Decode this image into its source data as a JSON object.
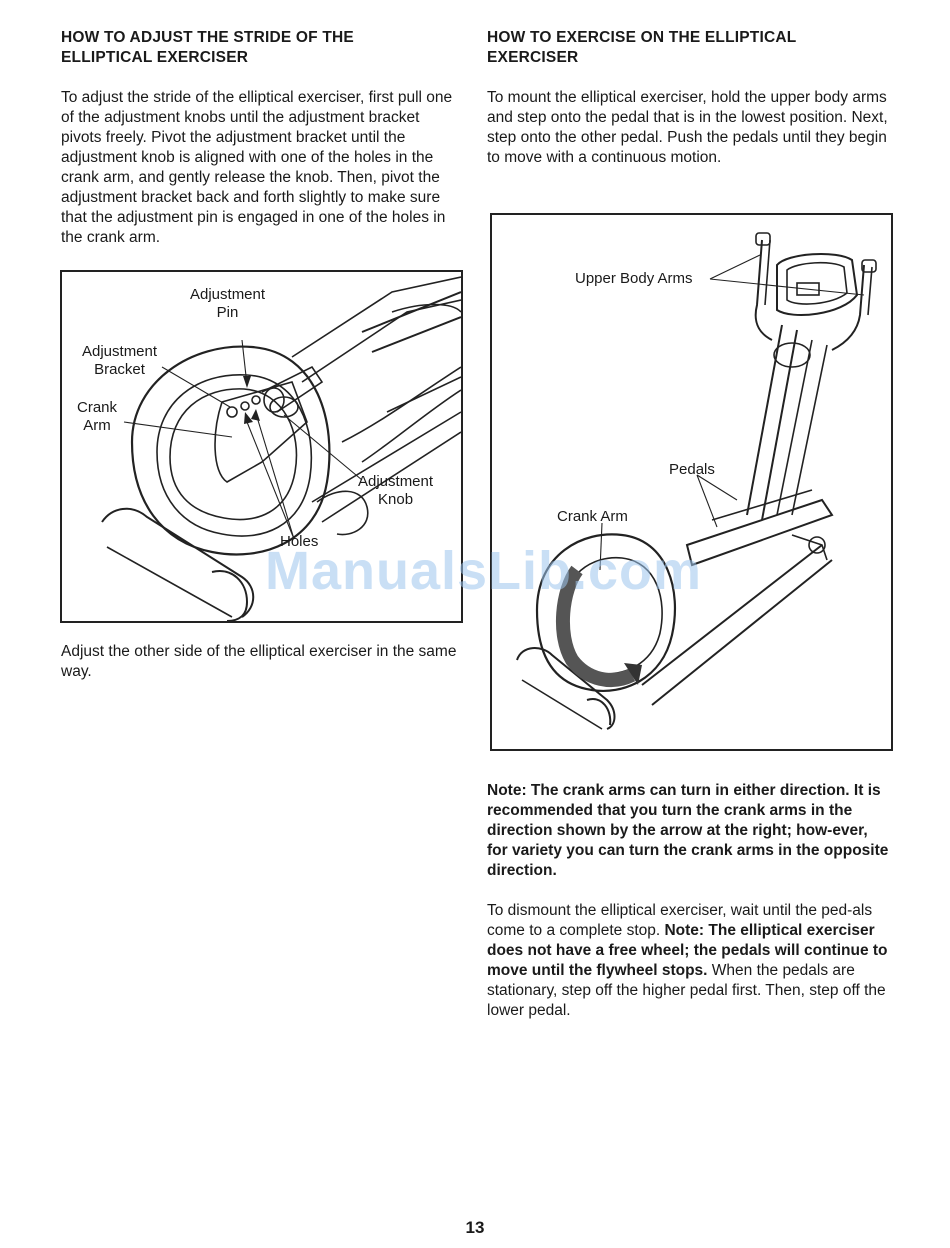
{
  "left_column": {
    "heading_line1": "HOW TO ADJUST THE STRIDE OF THE",
    "heading_line2": "ELLIPTICAL EXERCISER",
    "paragraph": "To adjust the stride of the elliptical exerciser, first pull one of the adjustment knobs until the adjustment bracket pivots freely. Pivot the adjustment bracket until the adjustment knob is aligned with one of the holes in the crank arm, and gently release the knob. Then, pivot the adjustment bracket back and forth slightly to make sure that the adjustment pin is engaged in one of the holes in the crank arm.",
    "after_figure": "Adjust the other side of the elliptical exerciser in the same way."
  },
  "left_figure": {
    "label_adjustment_pin_1": "Adjustment",
    "label_adjustment_pin_2": "Pin",
    "label_adjustment_bracket_1": "Adjustment",
    "label_adjustment_bracket_2": "Bracket",
    "label_crank_arm_1": "Crank",
    "label_crank_arm_2": "Arm",
    "label_adjustment_knob_1": "Adjustment",
    "label_adjustment_knob_2": "Knob",
    "label_holes": "Holes"
  },
  "right_column": {
    "heading_line1": "HOW TO EXERCISE ON THE ELLIPTICAL",
    "heading_line2": "EXERCISER",
    "paragraph": "To mount the elliptical exerciser, hold the upper body arms and step onto the pedal that is in the lowest position. Next, step onto the other pedal. Push the pedals until they begin to move with a continuous motion.",
    "note": "Note: The crank arms can turn in either direction. It is recommended that you turn the crank arms in the direction shown by the arrow at the right; how-ever, for variety you can turn the crank arms in the opposite direction.",
    "dismount_start": "To dismount the elliptical exerciser, wait until the ped-als come to a complete stop. ",
    "dismount_bold": "Note: The elliptical exerciser does not have a free wheel; the pedals will continue to move until the flywheel stops.",
    "dismount_end": " When the pedals are stationary, step off the higher pedal first. Then, step off the lower pedal."
  },
  "right_figure": {
    "label_upper_body_arms": "Upper Body Arms",
    "label_pedals": "Pedals",
    "label_crank_arm": "Crank Arm"
  },
  "watermark": "ManualsLib.com",
  "page_number": "13"
}
